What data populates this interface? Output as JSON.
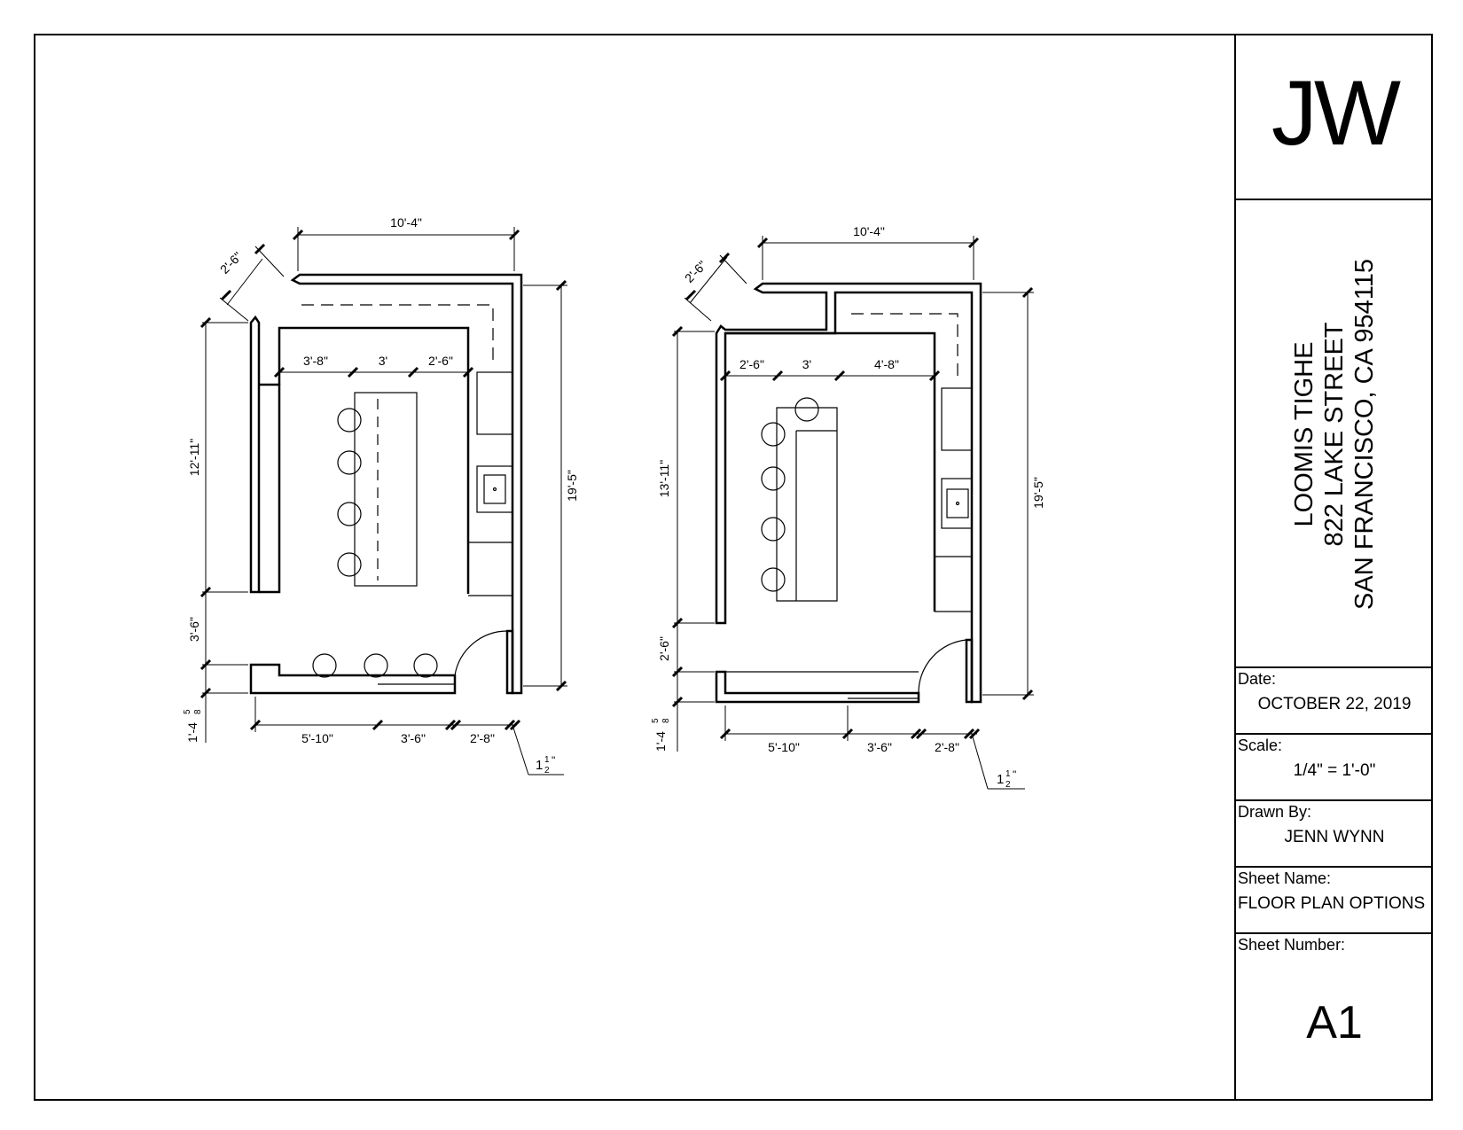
{
  "title_block": {
    "logo": "JW",
    "project": {
      "client": "LOOMIS TIGHE",
      "street": "822 LAKE STREET",
      "city": "SAN FRANCISCO, CA 954115"
    },
    "date": {
      "label": "Date:",
      "value": "OCTOBER 22, 2019"
    },
    "scale": {
      "label": "Scale:",
      "value": "1/4\" = 1'-0\""
    },
    "drawn_by": {
      "label": "Drawn By:",
      "value": "JENN WYNN"
    },
    "sheet_name": {
      "label": "Sheet Name:",
      "value": "FLOOR PLAN OPTIONS"
    },
    "sheet_number": {
      "label": "Sheet Number:",
      "value": "A1"
    }
  },
  "plan_a": {
    "dims": {
      "top_width": "10'-4\"",
      "diag": "2'-6\"",
      "island_left": "3'-8\"",
      "island_mid": "3'",
      "island_right": "2'-6\"",
      "left_height": "12'-11\"",
      "right_height": "19'-5\"",
      "opening": "3'-6\"",
      "bottom_small": "1'-4",
      "bottom_small_frac_num": "5",
      "bottom_small_frac_den": "8",
      "bottom_left": "5'-10\"",
      "bottom_mid": "3'-6\"",
      "bottom_right": "2'-8\"",
      "wall_whole": "1",
      "wall_num": "1",
      "wall_den": "2",
      "wall_unit": "\""
    }
  },
  "plan_b": {
    "dims": {
      "top_width": "10'-4\"",
      "diag": "2'-6\"",
      "island_left": "2'-6\"",
      "island_mid": "3'",
      "island_right": "4'-8\"",
      "left_height": "13'-11\"",
      "right_height": "19'-5\"",
      "opening": "2'-6\"",
      "bottom_small": "1'-4",
      "bottom_small_frac_num": "5",
      "bottom_small_frac_den": "8",
      "bottom_left": "5'-10\"",
      "bottom_mid": "3'-6\"",
      "bottom_right": "2'-8\"",
      "wall_whole": "1",
      "wall_num": "1",
      "wall_den": "2",
      "wall_unit": "\""
    }
  }
}
